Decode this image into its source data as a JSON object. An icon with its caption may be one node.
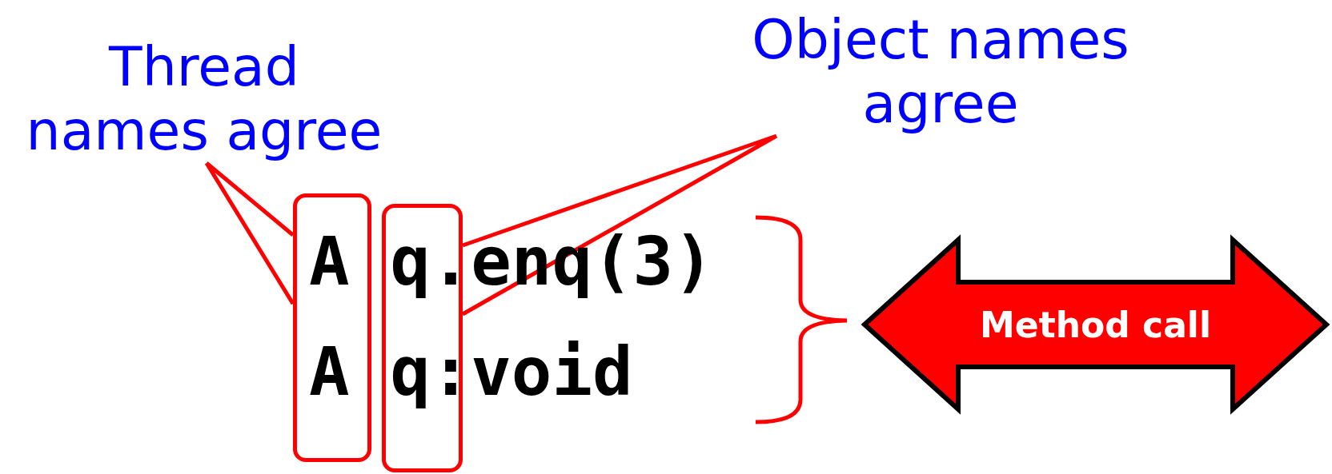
{
  "diagram": {
    "nodes": [
      {
        "text": [
          "Thread names agree"
        ]
      },
      {
        "text": [
          "Object names agree"
        ]
      },
      {
        "text": [],
        "shape": "box"
      },
      {
        "text": [],
        "shape": "box"
      },
      {
        "text": [
          "Method call"
        ]
      }
    ],
    "edges": [
      {
        "from": 0,
        "to": 2,
        "arrow": "none"
      },
      {
        "from": 1,
        "to": 3,
        "arrow": "none"
      }
    ],
    "labels": [
      "A q.enq(3)",
      "A q:void"
    ]
  }
}
